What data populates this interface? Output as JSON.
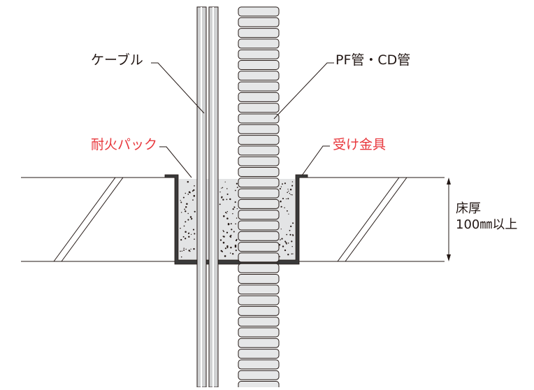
{
  "labels": {
    "cable": "ケーブル",
    "pf_cd_pipe": "PF管・CD管",
    "fire_pack": "耐火パック",
    "bracket": "受け金具",
    "floor_thickness_line1": "床厚",
    "floor_thickness_line2": "100㎜以上"
  },
  "colors": {
    "label_red": "#e8383d",
    "label_black": "#231815",
    "fill_pack": "#e3e4e5",
    "fill_pipe": "#e6e7e8",
    "fill_cable": "#c9cacb",
    "fill_bracket": "#3a3a3a",
    "line": "#231815"
  }
}
